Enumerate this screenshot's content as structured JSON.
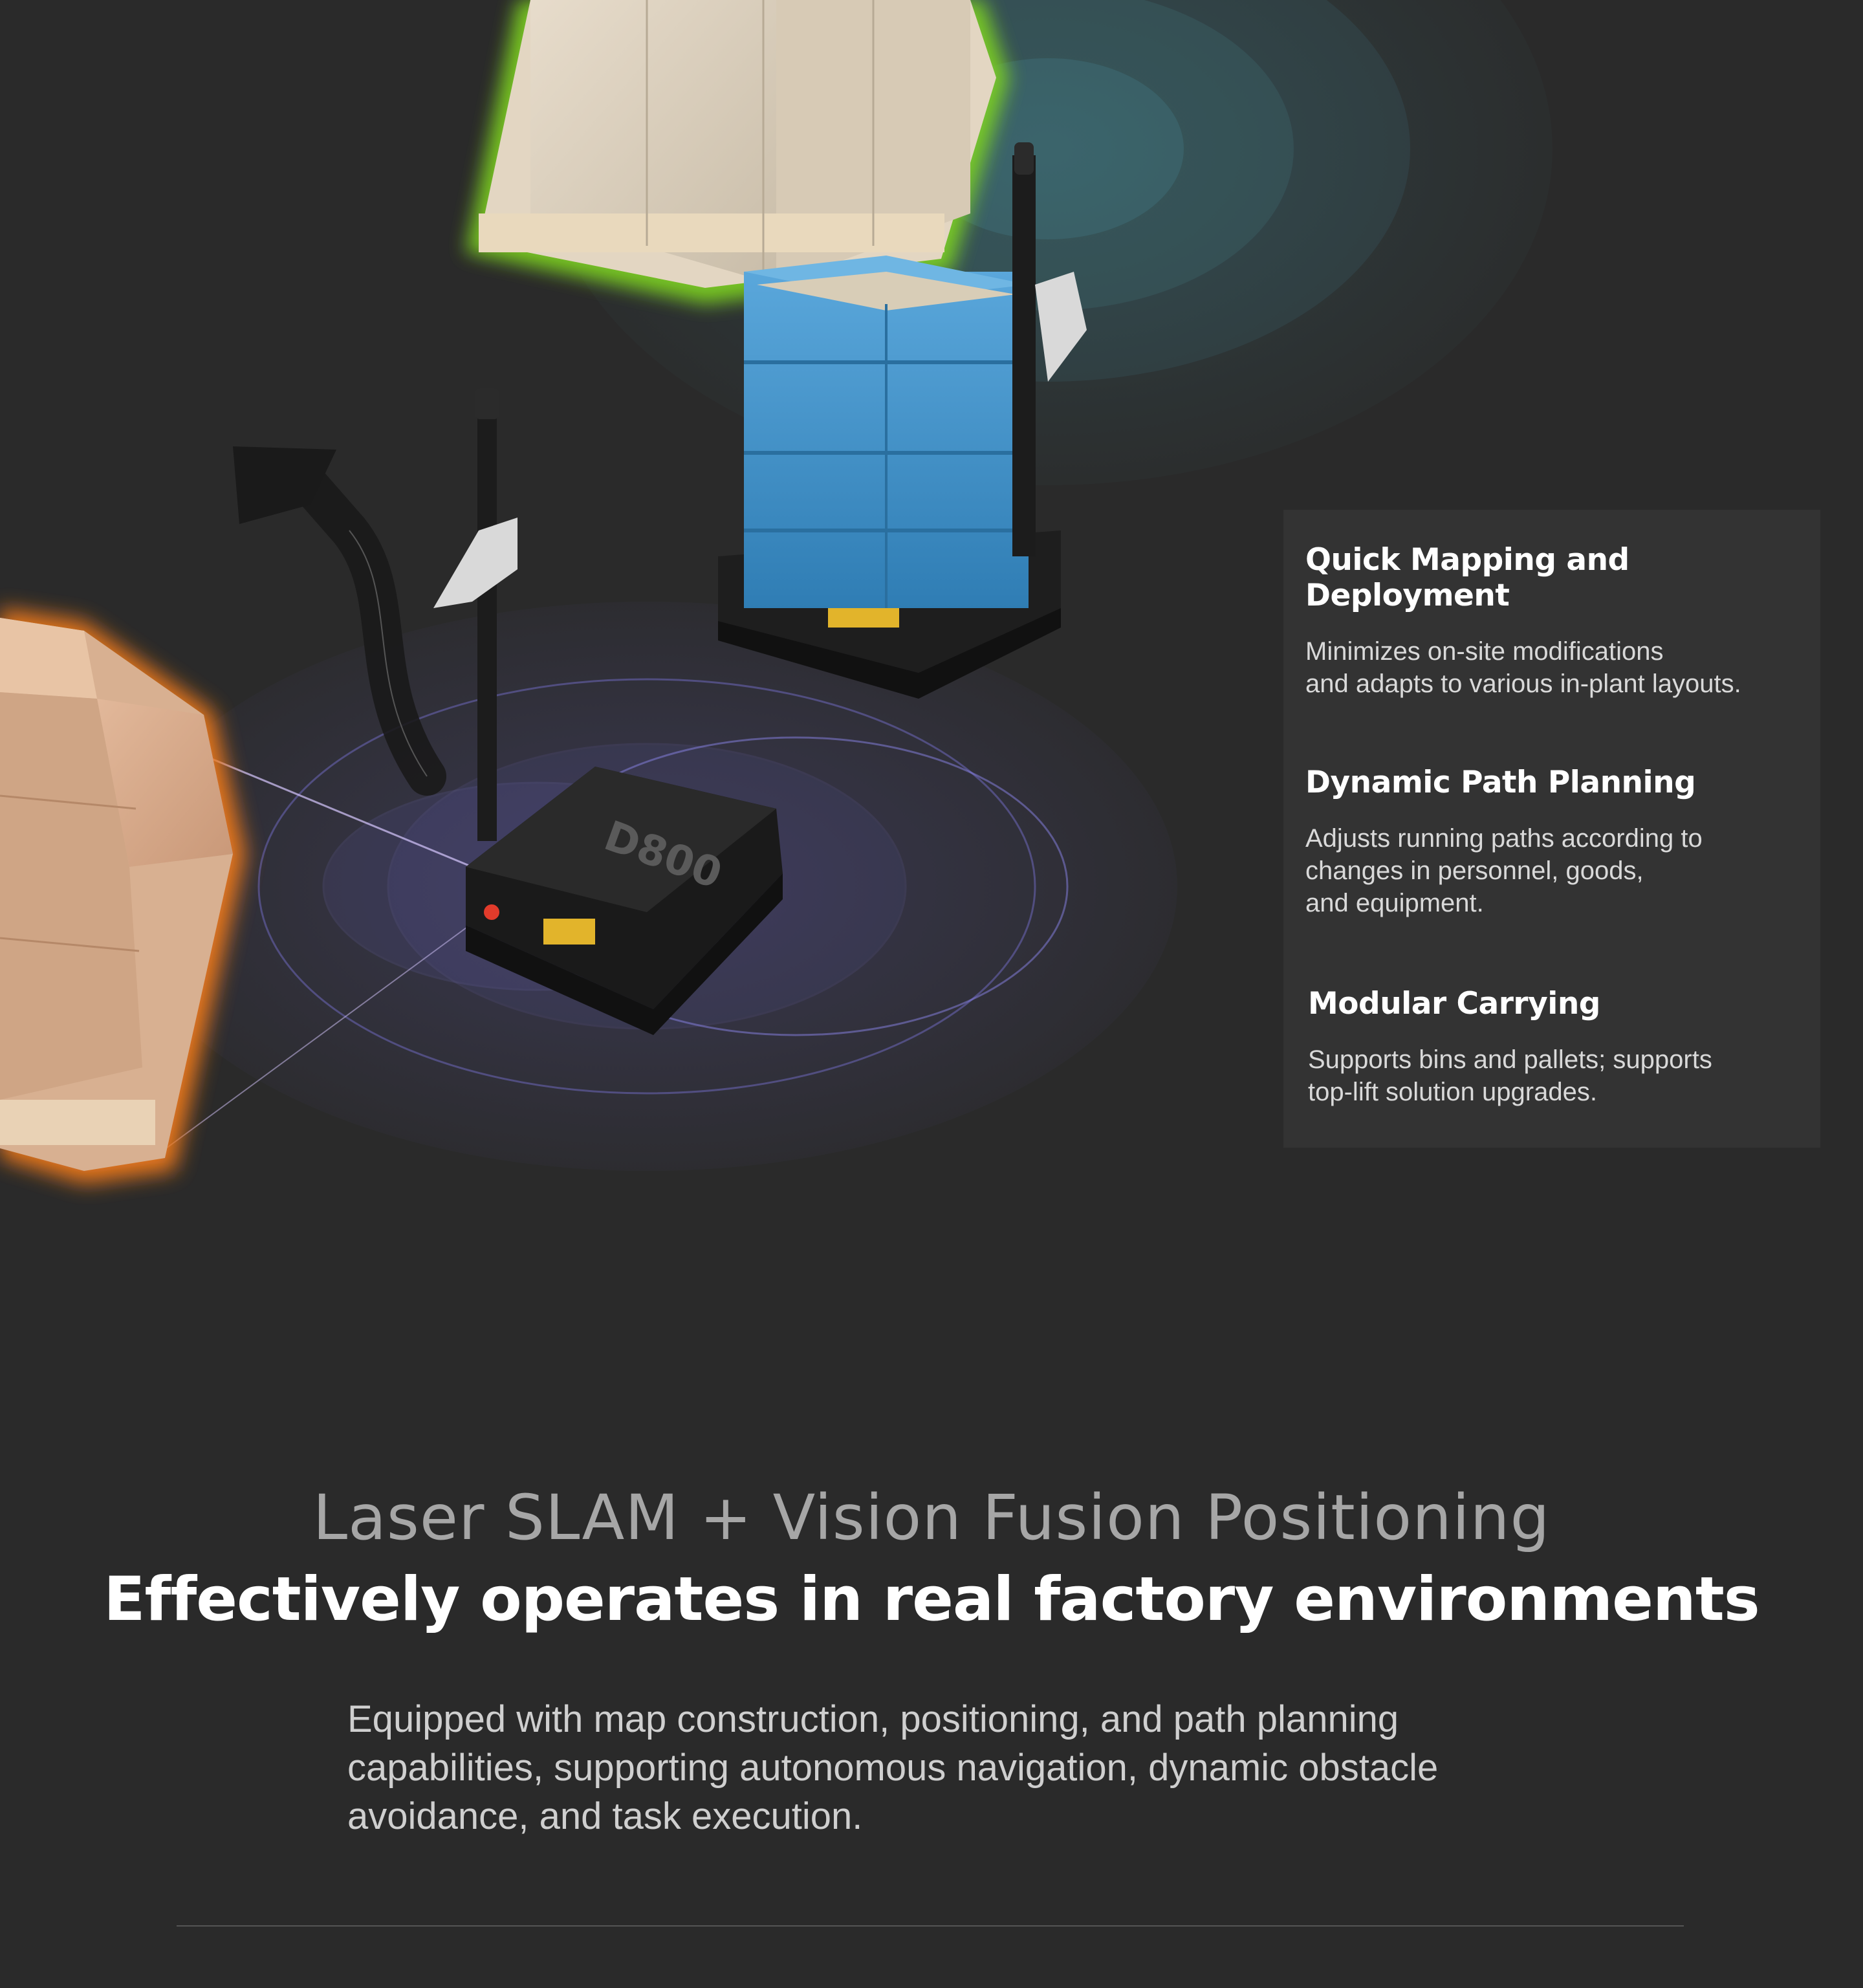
{
  "features": [
    {
      "title": "Quick Mapping and Deployment",
      "description": "Minimizes on-site modifications\nand adapts to various in-plant layouts."
    },
    {
      "title": "Dynamic Path Planning",
      "description": "Adjusts running paths according to\nchanges in personnel, goods,\nand equipment."
    },
    {
      "title": "Modular Carrying",
      "description": "Supports bins and pallets; supports\ntop-lift solution upgrades."
    }
  ],
  "section": {
    "subtitle": "Laser SLAM + Vision Fusion Positioning",
    "title": "Effectively operates in real factory environments",
    "body": "Equipped with map construction, positioning, and path planning\ncapabilities, supporting autonomous navigation, dynamic obstacle\navoidance, and task execution."
  },
  "robot_label": "D800",
  "colors": {
    "background": "#2a2a2a",
    "card": "#333333",
    "green_glow": "#7ed321",
    "orange_glow": "#f07a1a",
    "teal_wave": "#4fa9b8",
    "purple_wave": "#6a64c8",
    "bin_blue": "#3c8fc8"
  }
}
